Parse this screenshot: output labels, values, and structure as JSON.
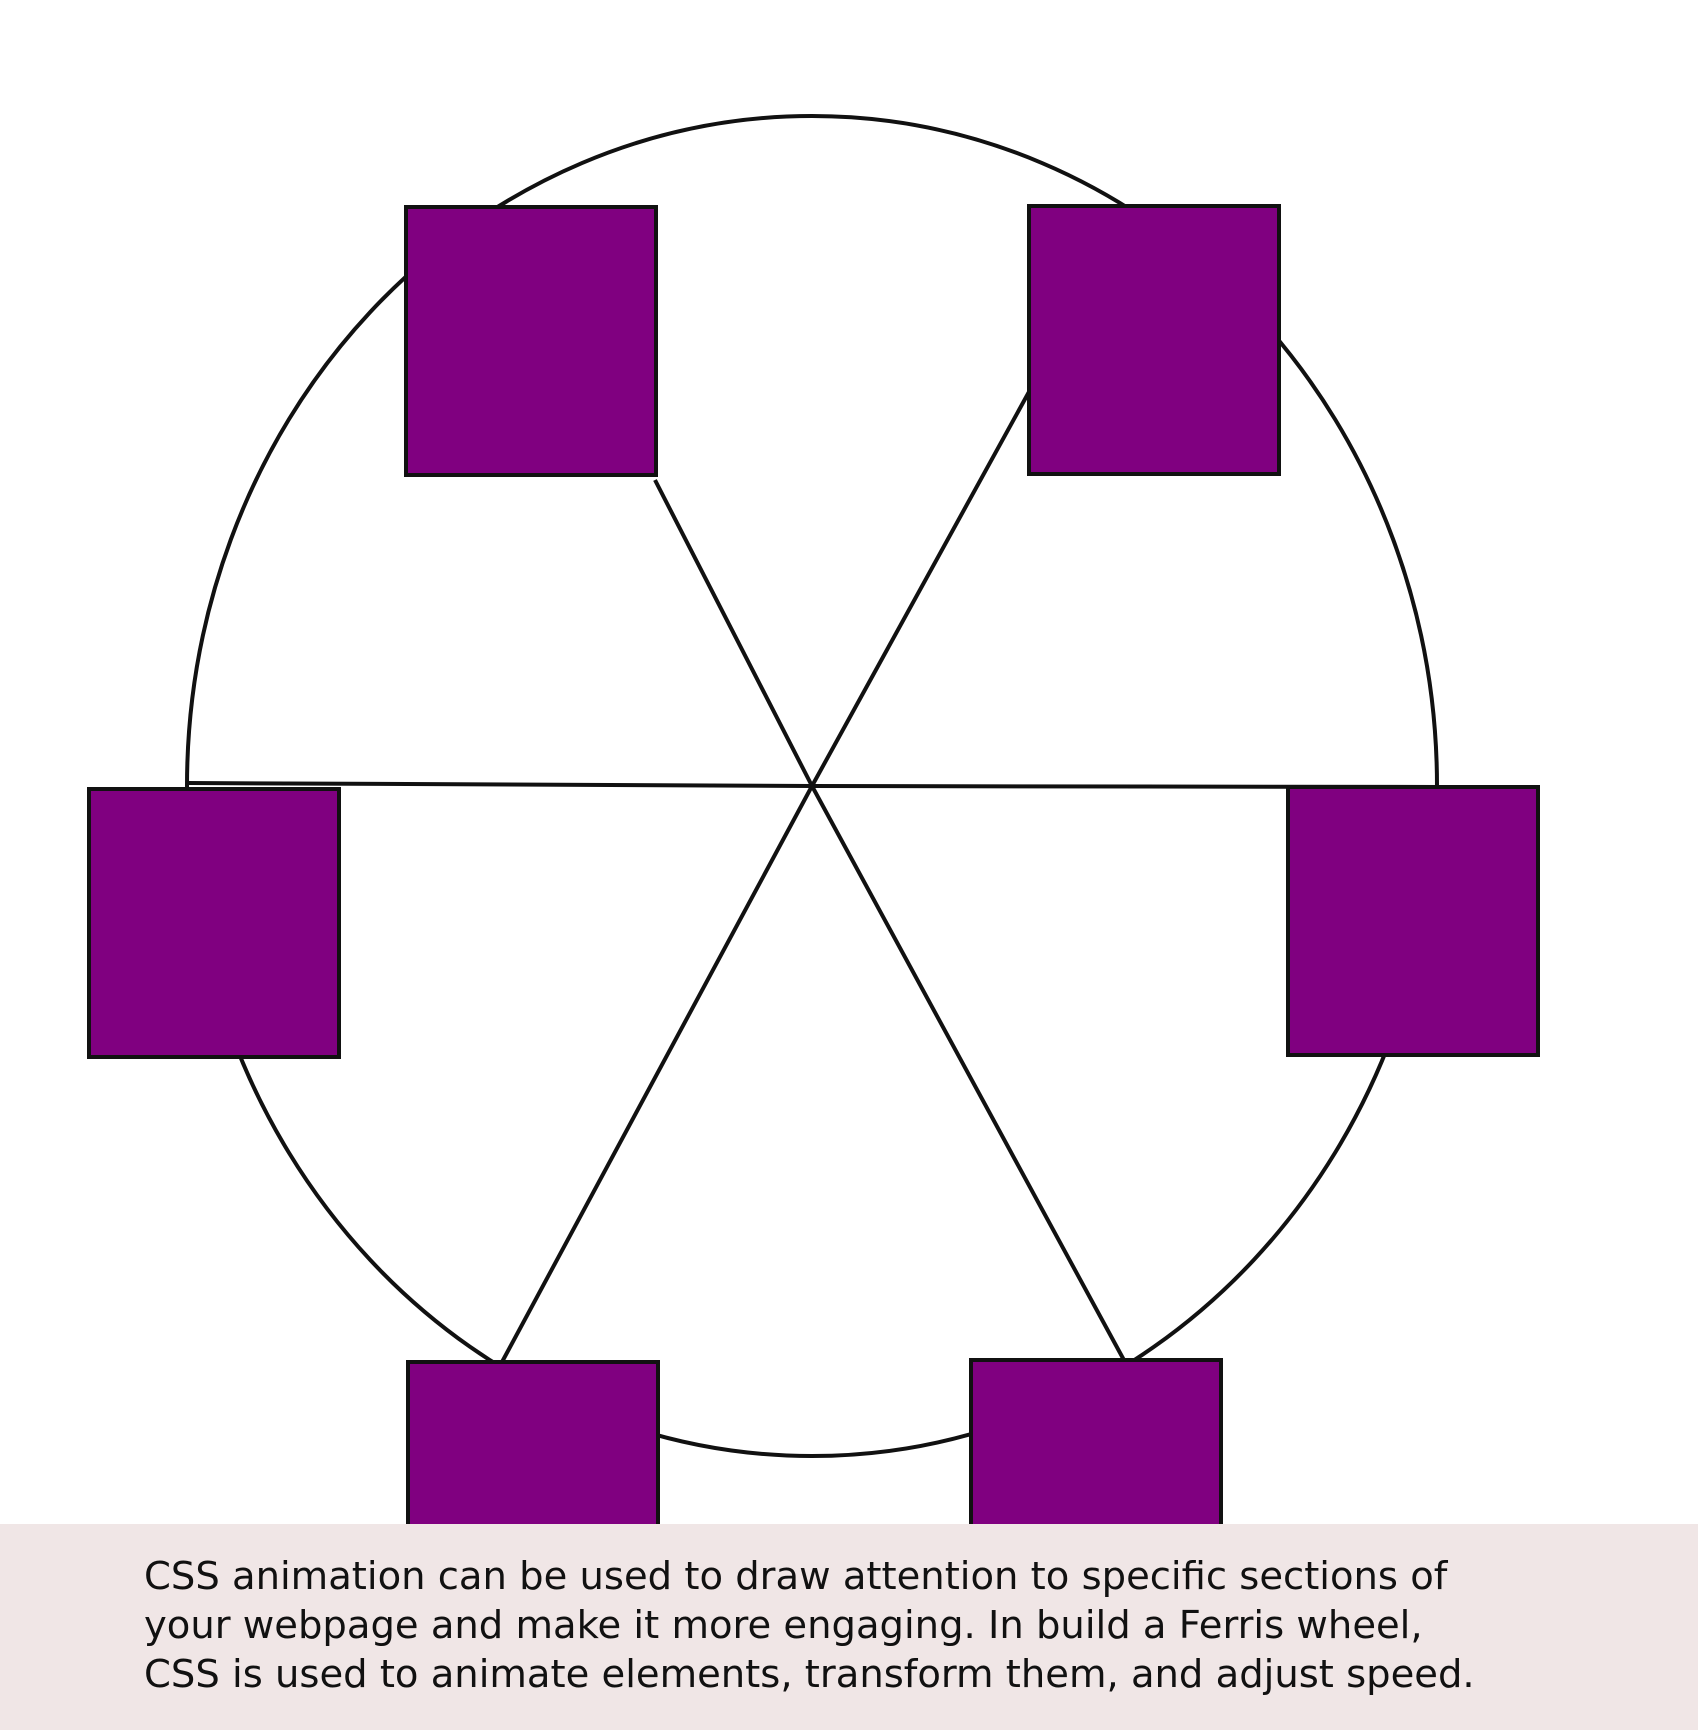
{
  "colors": {
    "cabin_fill": "#800080",
    "line_stroke": "#111111",
    "caption_background": "#f0e6e6",
    "page_background": "#ffffff"
  },
  "wheel": {
    "spoke_count": 6,
    "cabin_count": 6
  },
  "caption": {
    "text": "CSS animation can be used to draw attention to specific sections of\nyour webpage and make it more engaging. In build a Ferris wheel,\nCSS is used to animate elements, transform them, and adjust speed."
  }
}
